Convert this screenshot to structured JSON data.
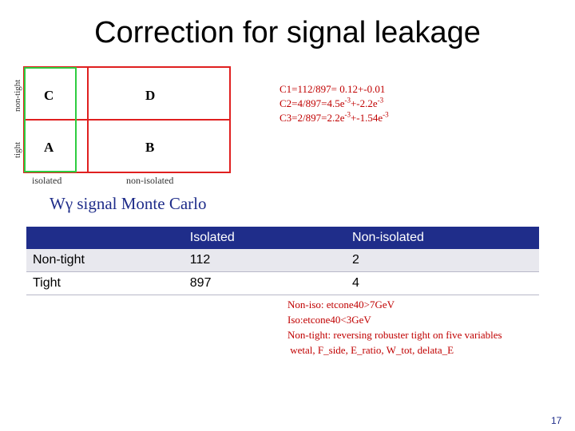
{
  "slide": {
    "title": "Correction for signal leakage",
    "page_number": "17"
  },
  "diagram": {
    "labels": {
      "non_tight": "non-tight",
      "tight": "tight",
      "isolated": "isolated",
      "non_isolated": "non-isolated"
    },
    "cells": {
      "C": "C",
      "D": "D",
      "A": "A",
      "B": "B"
    }
  },
  "ratios": {
    "c1": "C1=112/897= 0.12+-0.01",
    "c2_a": "C2=4/897=4.5e",
    "c2_b": "-3",
    "c2_c": "+-2.2e",
    "c2_d": "-3",
    "c3_a": "C3=2/897=2.2e",
    "c3_b": "-3",
    "c3_c": "+-1.54e",
    "c3_d": "-3"
  },
  "subtitle": "Wγ  signal Monte Carlo",
  "table": {
    "headers": [
      "",
      "Isolated",
      "Non-isolated"
    ],
    "rows": [
      {
        "label": "Non-tight",
        "isolated": "112",
        "non_isolated": "2"
      },
      {
        "label": "Tight",
        "isolated": "897",
        "non_isolated": "4"
      }
    ]
  },
  "notes": [
    "Non-iso: etcone40>7GeV",
    "Iso:etcone40<3GeV",
    "Non-tight: reversing robuster tight on five variables",
    " wetal, F_side, E_ratio, W_tot, delata_E"
  ],
  "colors": {
    "title_blue": "#1f2d8a",
    "accent_red": "#c00000",
    "grid_red": "#e02020",
    "grid_green": "#2ecc40"
  }
}
